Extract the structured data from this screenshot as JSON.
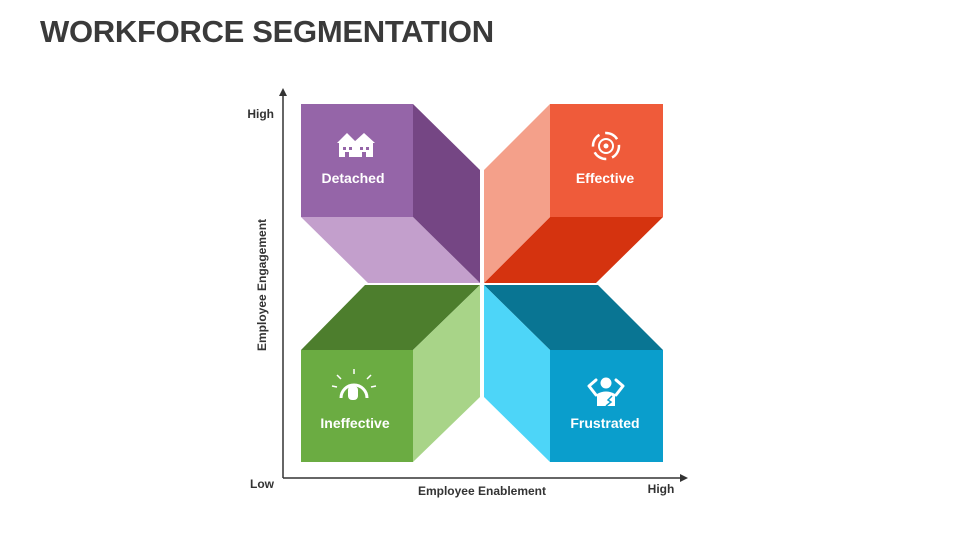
{
  "title": "WORKFORCE SEGMENTATION",
  "axes": {
    "y_label": "Employee Engagement",
    "x_label": "Employee Enablement",
    "y_high": "High",
    "x_high": "High",
    "origin_low": "Low"
  },
  "quadrants": {
    "top_left": {
      "label": "Detached",
      "icon": "houses-icon",
      "colors": {
        "front": "#9565A8",
        "side": "#754684",
        "bottom": "#C39FCC"
      }
    },
    "top_right": {
      "label": "Effective",
      "icon": "target-gear-icon",
      "colors": {
        "front": "#EF5B3A",
        "side": "#F4A08A",
        "bottom": "#D5330F"
      }
    },
    "bottom_left": {
      "label": "Ineffective",
      "icon": "speedometer-icon",
      "colors": {
        "front": "#6BAC42",
        "side": "#A8D488",
        "top": "#4D7E2D"
      }
    },
    "bottom_right": {
      "label": "Frustrated",
      "icon": "stressed-person-icon",
      "colors": {
        "front": "#0A9ECC",
        "side": "#4DD5F8",
        "top": "#097593"
      }
    }
  }
}
